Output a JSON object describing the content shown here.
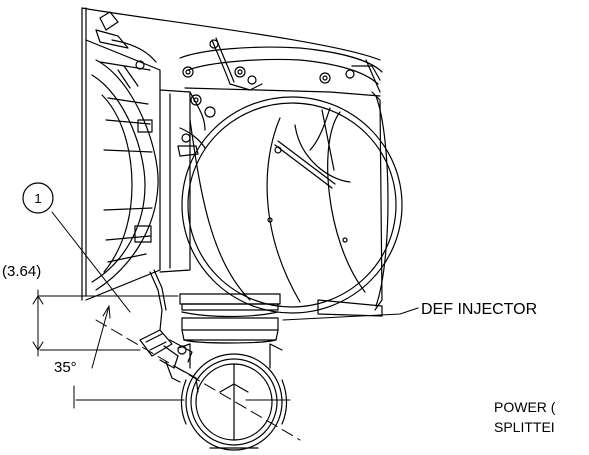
{
  "callout": {
    "number": "1"
  },
  "dimensions": {
    "offset_label": "(3.64)",
    "angle_label": "35°"
  },
  "labels": {
    "def_injector": "DEF INJECTOR",
    "power_line1": "POWER (",
    "power_line2": "SPLITTEI"
  },
  "colors": {
    "line": "#000000",
    "background": "#ffffff"
  }
}
